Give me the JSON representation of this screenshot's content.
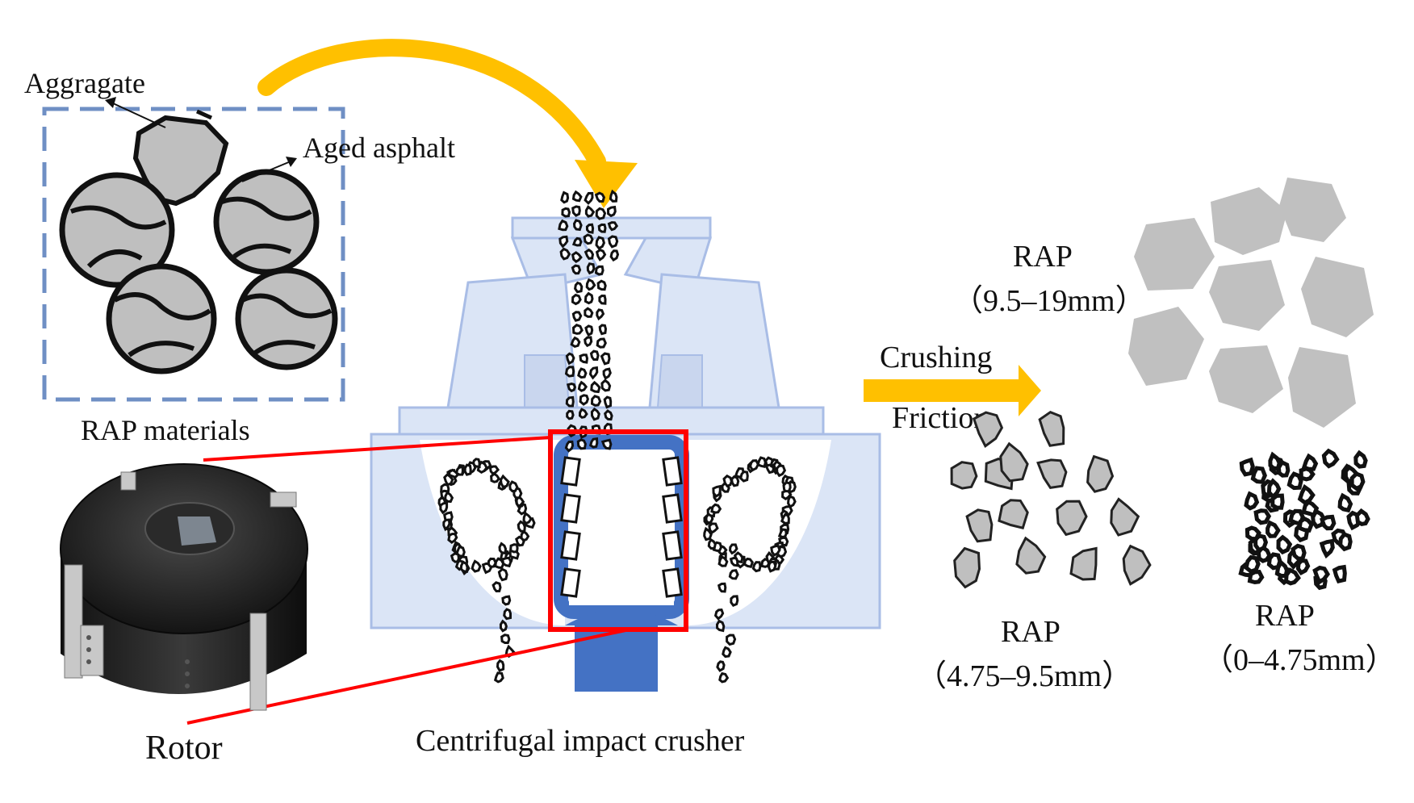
{
  "labels": {
    "aggregate": "Aggragate",
    "aged_asphalt": "Aged asphalt",
    "rap_materials": "RAP materials",
    "rotor": "Rotor",
    "crusher": "Centrifugal impact crusher",
    "crushing": "Crushing",
    "friction": "Friction",
    "coarse_name": "RAP",
    "coarse_range": "（9.5–19mm）",
    "medium_name": "RAP",
    "medium_range": "（4.75–9.5mm）",
    "fine_name": "RAP",
    "fine_range": "（0–4.75mm）"
  },
  "colors": {
    "crusher_fill": "#dbe5f6",
    "crusher_stroke": "#a9bde6",
    "rotor_blue": "#4472c4",
    "highlight_red": "#ff0000",
    "arrow_gold": "#ffc000",
    "particle_gray": "#bfbfbf",
    "box_dash": "#6f8fc4"
  }
}
